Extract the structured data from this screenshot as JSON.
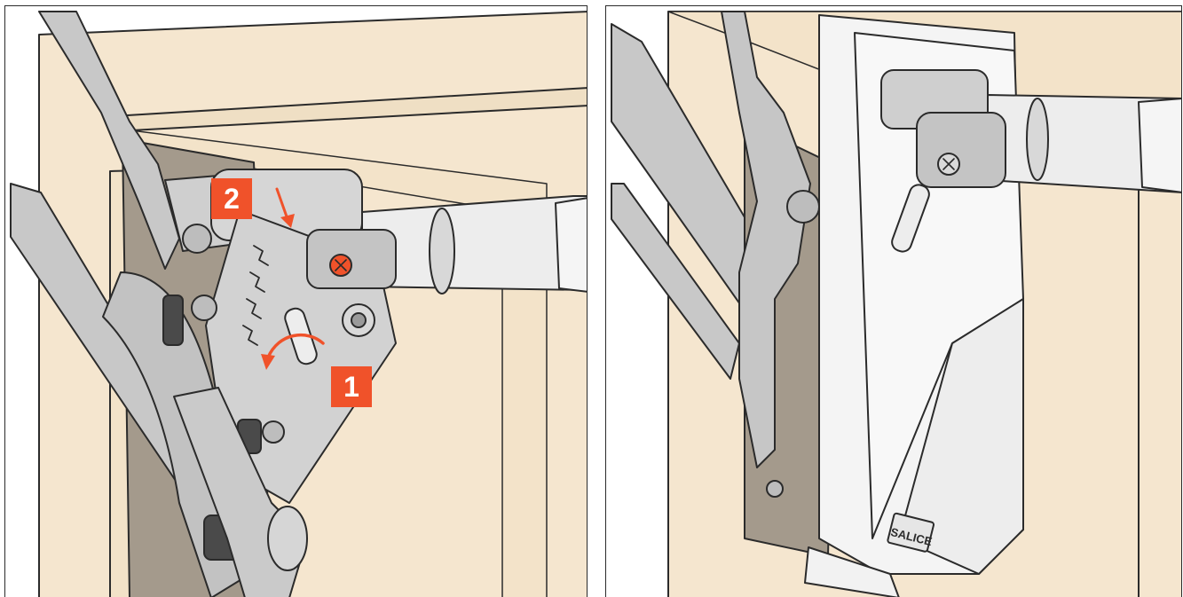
{
  "steps": {
    "first": "1",
    "second": "2"
  },
  "brand": {
    "name": "SALICE"
  },
  "colors": {
    "accent": "#f0522a",
    "cabinet": "#f5e6cf",
    "metal": "#c8c8c8",
    "outline": "#2b2b2b",
    "cover": "#f4f4f4",
    "wall_shadow": "#a49a8c"
  },
  "icons": {
    "rotate_arrow": "curved-arrow-icon",
    "press_arrow": "down-arrow-icon"
  }
}
